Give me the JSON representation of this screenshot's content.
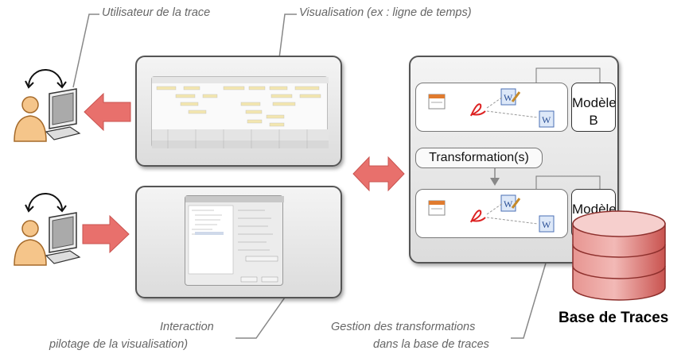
{
  "annotations": {
    "user": "Utilisateur de la trace",
    "visualisation": "Visualisation (ex : ligne de temps)",
    "interaction_line1": "Interaction",
    "interaction_line2": "pilotage de la visualisation)",
    "gestion_line1": "Gestion des transformations",
    "gestion_line2": "dans la base de traces"
  },
  "models": {
    "top_line1": "Modèle",
    "top_line2": "B",
    "bottom_line1": "Modèle"
  },
  "transformation_label": "Transformation(s)",
  "database_label": "Base de Traces",
  "colors": {
    "arrow": "#e8706c",
    "database": "#d9534f",
    "panel_border": "#555555",
    "annotation_text": "#666666"
  },
  "icons": [
    "user-icon",
    "computer-icon",
    "calendar-icon",
    "pdf-icon",
    "word-icon",
    "database-icon"
  ]
}
